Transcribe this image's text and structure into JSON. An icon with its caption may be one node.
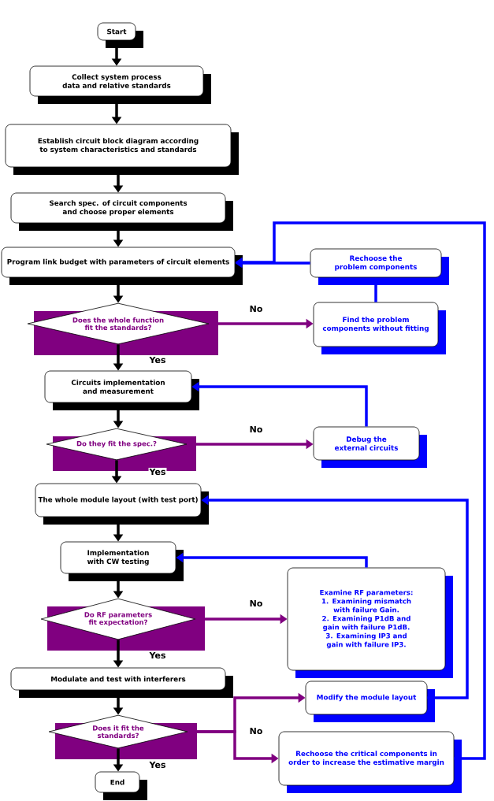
{
  "diagram": {
    "nodes": [
      {
        "text": [
          "Start"
        ]
      },
      {
        "text": [
          "Collect system process data and relative standards"
        ]
      },
      {
        "text": [
          "Establish circuit block diagram according to system characteristics and standards"
        ]
      },
      {
        "text": [
          "Search spec. of circuit components and choose proper elements"
        ]
      },
      {
        "text": [
          "Program link budget with parameters of circuit elements"
        ]
      },
      {
        "text": [
          "Does the whole function fit the standards?"
        ]
      },
      {
        "text": [
          "Rechoose the problem components"
        ]
      },
      {
        "text": [
          "Find the problem components without fitting"
        ]
      },
      {
        "text": [
          "Circuits implementation and measurement"
        ]
      },
      {
        "text": [
          "Do they fit the spec.?"
        ]
      },
      {
        "text": [
          "Debug the external circuits"
        ]
      },
      {
        "text": [
          "The whole module layout (with test port)"
        ]
      },
      {
        "text": [
          "Implementation with CW testing"
        ]
      },
      {
        "text": [
          "Do RF parameters fit expectation?"
        ]
      },
      {
        "text": [
          "Examine RF parameters:",
          "1. Examining mismatch with failure Gain.",
          "2. Examining P1dB and gain with failure P1dB.",
          "3. Examining IP3 and gain with failure IP3."
        ]
      },
      {
        "text": [
          "Modulate and test with interferers"
        ]
      },
      {
        "text": [
          "Does it fit the standards?"
        ]
      },
      {
        "text": [
          "Modify the module layout"
        ]
      },
      {
        "text": [
          "Rechoose the critical components in order to increase the estimative margin"
        ]
      },
      {
        "text": [
          "End"
        ]
      }
    ],
    "edges": [
      {
        "from": 0,
        "to": 1,
        "arrow": "to"
      },
      {
        "from": 1,
        "to": 2,
        "arrow": "to"
      },
      {
        "from": 2,
        "to": 3,
        "arrow": "to"
      },
      {
        "from": 3,
        "to": 4,
        "arrow": "to"
      },
      {
        "from": 4,
        "to": 5,
        "arrow": "to"
      },
      {
        "from": 5,
        "to": 8,
        "arrow": "to",
        "label": "Yes"
      },
      {
        "from": 5,
        "to": 7,
        "arrow": "to",
        "label": "No",
        "color": "#800080"
      },
      {
        "from": 7,
        "to": 6,
        "arrow": "to",
        "color": "#0000ff"
      },
      {
        "from": 6,
        "to": 4,
        "arrow": "to",
        "color": "#0000ff"
      },
      {
        "from": 8,
        "to": 9,
        "arrow": "to"
      },
      {
        "from": 9,
        "to": 11,
        "arrow": "to",
        "label": "Yes"
      },
      {
        "from": 9,
        "to": 10,
        "arrow": "to",
        "label": "No",
        "color": "#800080"
      },
      {
        "from": 10,
        "to": 8,
        "arrow": "to",
        "color": "#0000ff"
      },
      {
        "from": 11,
        "to": 12,
        "arrow": "to"
      },
      {
        "from": 12,
        "to": 13,
        "arrow": "to"
      },
      {
        "from": 13,
        "to": 15,
        "arrow": "to",
        "label": "Yes"
      },
      {
        "from": 13,
        "to": 14,
        "arrow": "to",
        "label": "No",
        "color": "#800080"
      },
      {
        "from": 14,
        "to": 12,
        "arrow": "to",
        "color": "#0000ff"
      },
      {
        "from": 15,
        "to": 16,
        "arrow": "to"
      },
      {
        "from": 16,
        "to": 19,
        "arrow": "to",
        "label": "Yes"
      },
      {
        "from": 16,
        "to": 17,
        "arrow": "to",
        "label": "No",
        "color": "#800080"
      },
      {
        "from": 16,
        "to": 18,
        "arrow": "to",
        "color": "#800080"
      },
      {
        "from": 17,
        "to": 11,
        "arrow": "to",
        "color": "#0000ff"
      },
      {
        "from": 18,
        "to": 4,
        "arrow": "to",
        "color": "#0000ff"
      }
    ]
  }
}
